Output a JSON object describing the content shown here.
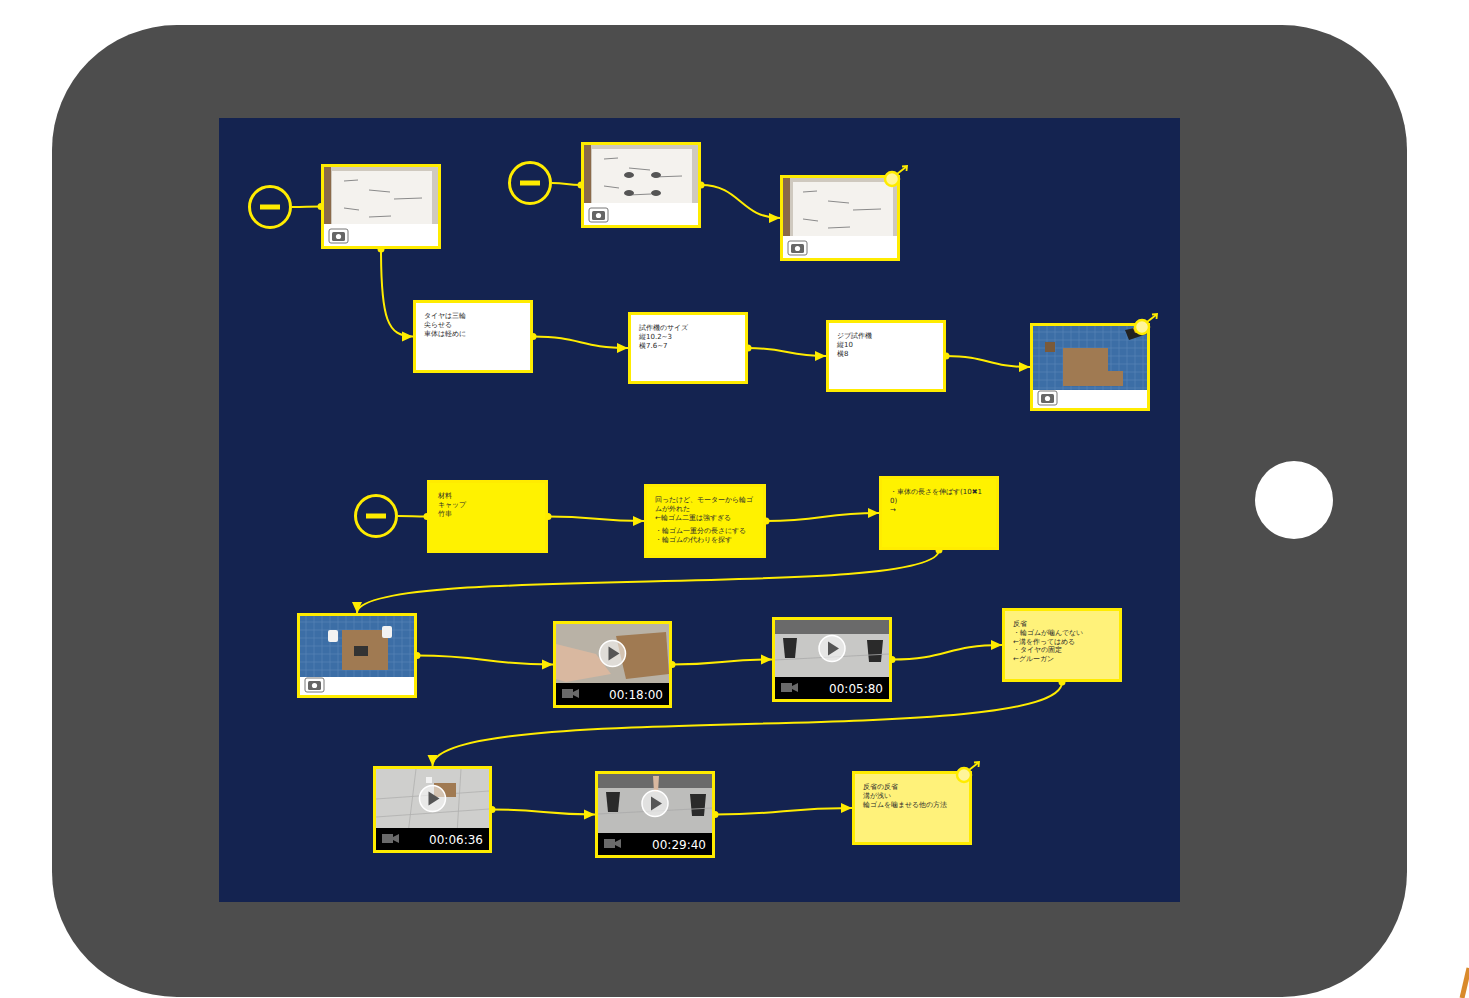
{
  "diagram": {
    "nodes": [
      {
        "text": []
      },
      {
        "text": []
      },
      {
        "text": []
      },
      {
        "text": []
      },
      {
        "text": []
      },
      {
        "text": [
          "タイヤは三輪",
          "尖らせる",
          "車体は軽めに"
        ]
      },
      {
        "text": [
          "試作機のサイズ",
          "縦10.2~3",
          "横7.6~7"
        ]
      },
      {
        "text": [
          "ジブ試作機",
          "縦10",
          "横8"
        ]
      },
      {
        "text": []
      },
      {
        "text": []
      },
      {
        "text": [
          "材料",
          "キャップ",
          "竹串"
        ]
      },
      {
        "text": [
          "回ったけど、モーターから輪ゴムが外れた",
          "←輪ゴム二重は強すぎる",
          "・輪ゴム一重分の長さにする",
          "・輪ゴムの代わりを探す"
        ]
      },
      {
        "text": [
          "・車体の長さを伸ばす(10✖︎10)",
          "→"
        ]
      },
      {
        "text": []
      },
      {
        "text": [
          "00:18:00"
        ]
      },
      {
        "text": [
          "00:05:80"
        ]
      },
      {
        "text": [
          "反省",
          "・輪ゴムが噛んでない",
          "←溝を作ってはめる",
          "・タイヤの固定",
          "←グルーガン"
        ]
      },
      {
        "text": [
          "00:06:36"
        ]
      },
      {
        "text": [
          "00:29:40"
        ]
      },
      {
        "text": [
          "反省の反省",
          "溝が浅い",
          "輪ゴムを噛ませる他の方法"
        ]
      }
    ],
    "edges": [
      {
        "from": 0,
        "to": 1,
        "arrow": "none"
      },
      {
        "from": 1,
        "to": 5,
        "arrow": "to"
      },
      {
        "from": 2,
        "to": 3,
        "arrow": "none"
      },
      {
        "from": 3,
        "to": 4,
        "arrow": "to"
      },
      {
        "from": 5,
        "to": 6,
        "arrow": "to"
      },
      {
        "from": 6,
        "to": 7,
        "arrow": "to"
      },
      {
        "from": 7,
        "to": 8,
        "arrow": "to"
      },
      {
        "from": 9,
        "to": 10,
        "arrow": "none"
      },
      {
        "from": 10,
        "to": 11,
        "arrow": "to"
      },
      {
        "from": 11,
        "to": 12,
        "arrow": "to"
      },
      {
        "from": 12,
        "to": 13,
        "arrow": "to"
      },
      {
        "from": 13,
        "to": 14,
        "arrow": "to"
      },
      {
        "from": 14,
        "to": 15,
        "arrow": "to"
      },
      {
        "from": 15,
        "to": 16,
        "arrow": "to"
      },
      {
        "from": 16,
        "to": 17,
        "arrow": "to"
      },
      {
        "from": 17,
        "to": 18,
        "arrow": "to"
      },
      {
        "from": 18,
        "to": 19,
        "arrow": "to"
      }
    ]
  }
}
